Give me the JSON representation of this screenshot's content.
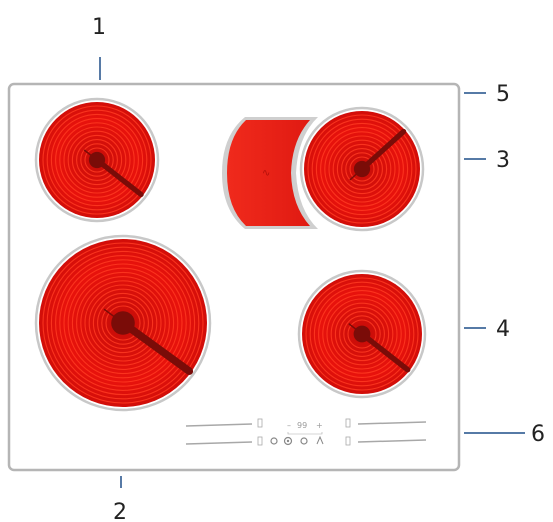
{
  "callouts": [
    {
      "id": "1",
      "label": "1"
    },
    {
      "id": "2",
      "label": "2"
    },
    {
      "id": "3",
      "label": "3"
    },
    {
      "id": "4",
      "label": "4"
    },
    {
      "id": "5",
      "label": "5"
    },
    {
      "id": "6",
      "label": "6"
    }
  ],
  "control_panel": {
    "timer_minus": "–",
    "timer_value": "99",
    "timer_plus": "+"
  },
  "colors": {
    "heating_zone": "#e8120c",
    "heating_coil": "#ff3a22",
    "heating_hub": "#7a0c08",
    "extension_zone": "#e8251a",
    "cooktop_border": "#b5b5b5",
    "ring": "#c8c8c8",
    "leader_line": "#1f4e89",
    "control_lines": "#a8a8a8"
  },
  "icons": [
    "power-icon",
    "lock-icon",
    "timer-icon",
    "bridge-icon"
  ]
}
